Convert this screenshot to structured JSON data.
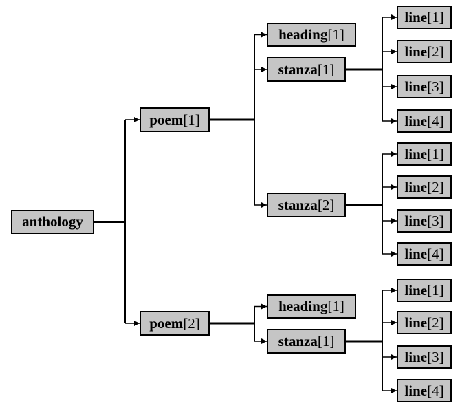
{
  "diagram": {
    "colors": {
      "node_fill": "#c5c5c5",
      "node_border": "#000000",
      "edge_color": "#000000",
      "page_background": "#ffffff",
      "text_color": "#000000"
    }
  },
  "tree": {
    "root": {
      "name": "anthology",
      "index": ""
    },
    "poems": [
      {
        "name": "poem",
        "index": "[1]",
        "heading": {
          "name": "heading",
          "index": "[1]"
        },
        "stanzas": [
          {
            "name": "stanza",
            "index": "[1]",
            "lines": [
              {
                "name": "line",
                "index": "[1]"
              },
              {
                "name": "line",
                "index": "[2]"
              },
              {
                "name": "line",
                "index": "[3]"
              },
              {
                "name": "line",
                "index": "[4]"
              }
            ]
          },
          {
            "name": "stanza",
            "index": "[2]",
            "lines": [
              {
                "name": "line",
                "index": "[1]"
              },
              {
                "name": "line",
                "index": "[2]"
              },
              {
                "name": "line",
                "index": "[3]"
              },
              {
                "name": "line",
                "index": "[4]"
              }
            ]
          }
        ]
      },
      {
        "name": "poem",
        "index": "[2]",
        "heading": {
          "name": "heading",
          "index": "[1]"
        },
        "stanzas": [
          {
            "name": "stanza",
            "index": "[1]",
            "lines": [
              {
                "name": "line",
                "index": "[1]"
              },
              {
                "name": "line",
                "index": "[2]"
              },
              {
                "name": "line",
                "index": "[3]"
              },
              {
                "name": "line",
                "index": "[4]"
              }
            ]
          }
        ]
      }
    ]
  }
}
